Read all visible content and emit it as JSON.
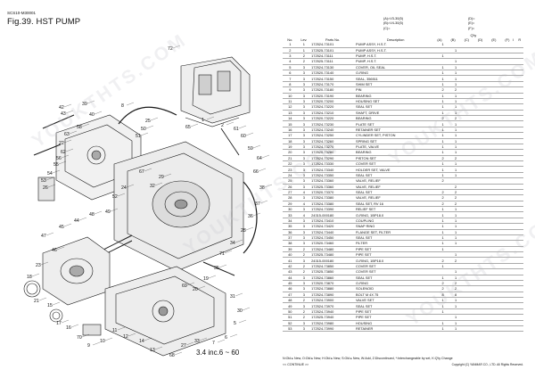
{
  "header": {
    "model": "SCS10-M30001",
    "title": "Fig.39.  HST PUMP"
  },
  "legend_top": {
    "a": "(A)=V3-30(5)",
    "b": "(B)=V4-30(5)",
    "c": "(C)=",
    "d": "(D)=",
    "e": "(E)=",
    "f": "(F)="
  },
  "columns": {
    "no": "No.",
    "lev": "Lev.",
    "parts_no": "Parts No.",
    "description": "Description",
    "qty": "Q'ty",
    "a": "(A)",
    "b": "(B)",
    "c": "(C)",
    "d": "(D)",
    "e": "(E)",
    "f": "(F)",
    "i": "I",
    "r": "R"
  },
  "rows": [
    {
      "no": "1",
      "lev": "1",
      "parts": "172524-73101",
      "desc": "PUMP ASSY, H.S.T.",
      "a": "1",
      "b": ""
    },
    {
      "no": "2",
      "lev": "1",
      "parts": "172525-73101",
      "desc": "PUMP ASSY, H.S.T.",
      "a": "",
      "b": "1"
    },
    {
      "no": "3",
      "lev": "2",
      "parts": "172524-73111",
      "desc": "PUMP, H.S.T.",
      "a": "1",
      "b": ""
    },
    {
      "no": "4",
      "lev": "2",
      "parts": "172525-73111",
      "desc": "PUMP, H.S.T.",
      "a": "",
      "b": "1"
    },
    {
      "no": "5",
      "lev": "3",
      "parts": "172524-73130",
      "desc": "COVER, OIL SEAL",
      "a": "1",
      "b": "1"
    },
    {
      "no": "6",
      "lev": "3",
      "parts": "172520-73140",
      "desc": "O-RING",
      "a": "1",
      "b": "1"
    },
    {
      "no": "7",
      "lev": "3",
      "parts": "172524-73150",
      "desc": "SEAL, 356511",
      "a": "1",
      "b": "1"
    },
    {
      "no": "8",
      "lev": "3",
      "parts": "172524-73170",
      "desc": "SHIM SET",
      "a": "1",
      "b": "1"
    },
    {
      "no": "9",
      "lev": "3",
      "parts": "172520-73180",
      "desc": "PIN",
      "a": "2",
      "b": "2"
    },
    {
      "no": "10",
      "lev": "3",
      "parts": "172520-73190",
      "desc": "BEARING",
      "a": "1",
      "b": "1"
    },
    {
      "no": "11",
      "lev": "3",
      "parts": "172520-73200",
      "desc": "HOUSING SET",
      "a": "1",
      "b": "1"
    },
    {
      "no": "12",
      "lev": "3",
      "parts": "172524-73220",
      "desc": "SEAL SET",
      "a": "1",
      "b": "1"
    },
    {
      "no": "13",
      "lev": "3",
      "parts": "172524-73210",
      "desc": "SHAFT, DRIVE",
      "a": "1",
      "b": "1"
    },
    {
      "no": "14",
      "lev": "3",
      "parts": "172520-73220",
      "desc": "BEARING",
      "a": "2",
      "b": "2"
    },
    {
      "no": "15",
      "lev": "3",
      "parts": "172524-73230",
      "desc": "PLATE SET",
      "a": "1",
      "b": "1"
    },
    {
      "no": "16",
      "lev": "3",
      "parts": "172524-73240",
      "desc": "RETAINER SET",
      "a": "1",
      "b": "1"
    },
    {
      "no": "17",
      "lev": "3",
      "parts": "172524-73250",
      "desc": "CYLINDER SET, PISTON",
      "a": "1",
      "b": "1"
    },
    {
      "no": "18",
      "lev": "3",
      "parts": "172524-73260",
      "desc": "SPRING SET",
      "a": "1",
      "b": "1"
    },
    {
      "no": "19",
      "lev": "3",
      "parts": "172524-73270",
      "desc": "PLATE, VALVE",
      "a": "1",
      "b": "1"
    },
    {
      "no": "20",
      "lev": "3",
      "parts": "172520-73280",
      "desc": "BEARING",
      "a": "1",
      "b": "1"
    },
    {
      "no": "21",
      "lev": "3",
      "parts": "172524-73290",
      "desc": "PISTON SET",
      "a": "2",
      "b": "2"
    },
    {
      "no": "22",
      "lev": "3",
      "parts": "172524-73330",
      "desc": "COVER SET",
      "a": "1",
      "b": "1"
    },
    {
      "no": "23",
      "lev": "3",
      "parts": "172524-73340",
      "desc": "HOLDER SET, VALVE",
      "a": "1",
      "b": "1"
    },
    {
      "no": "24",
      "lev": "3",
      "parts": "172524-73350",
      "desc": "SEAL SET",
      "a": "1",
      "b": "1"
    },
    {
      "no": "25",
      "lev": "3",
      "parts": "172524-73360",
      "desc": "VALVE, RELIEF",
      "a": "2",
      "b": ""
    },
    {
      "no": "26",
      "lev": "3",
      "parts": "172525-73360",
      "desc": "VALVE, RELIEF",
      "a": "",
      "b": "2"
    },
    {
      "no": "27",
      "lev": "4",
      "parts": "172520-73370",
      "desc": "SEAL SET",
      "a": "2",
      "b": "2"
    },
    {
      "no": "28",
      "lev": "3",
      "parts": "172524-73380",
      "desc": "VALVE, RELIEF",
      "a": "2",
      "b": "2"
    },
    {
      "no": "29",
      "lev": "4",
      "parts": "172524-73380",
      "desc": "SEAL SET, RV 16",
      "a": "2",
      "b": "2"
    },
    {
      "no": "30",
      "lev": "3",
      "parts": "172524-73390",
      "desc": "RELIEF SET",
      "a": "1",
      "b": "1"
    },
    {
      "no": "33",
      "lev": "4",
      "parts": "24315-000180",
      "desc": "O-RING, 1BP18.0",
      "a": "1",
      "b": "1"
    },
    {
      "no": "34",
      "lev": "3",
      "parts": "172524-73410",
      "desc": "COUPLING",
      "a": "1",
      "b": "1"
    },
    {
      "no": "35",
      "lev": "3",
      "parts": "172524-73420",
      "desc": "SNAP RING",
      "a": "1",
      "b": "1"
    },
    {
      "no": "36",
      "lev": "3",
      "parts": "172524-73440",
      "desc": "FLANGE SET, FILTER",
      "a": "1",
      "b": "1"
    },
    {
      "no": "37",
      "lev": "3",
      "parts": "172524-73450",
      "desc": "SEAL SET",
      "a": "1",
      "b": "1"
    },
    {
      "no": "38",
      "lev": "3",
      "parts": "172520-73460",
      "desc": "FILTER",
      "a": "1",
      "b": "1"
    },
    {
      "no": "39",
      "lev": "2",
      "parts": "172524-73480",
      "desc": "PIPE SET",
      "a": "1",
      "b": ""
    },
    {
      "no": "40",
      "lev": "2",
      "parts": "172525-73480",
      "desc": "PIPE SET",
      "a": "",
      "b": "1"
    },
    {
      "no": "41",
      "lev": "3",
      "parts": "24315-000180",
      "desc": "O-RING, 1BP18.0",
      "a": "2",
      "b": "2"
    },
    {
      "no": "42",
      "lev": "2",
      "parts": "172524-73850",
      "desc": "COVER SET",
      "a": "1",
      "b": ""
    },
    {
      "no": "43",
      "lev": "2",
      "parts": "172525-73850",
      "desc": "COVER SET",
      "a": "",
      "b": "1"
    },
    {
      "no": "44",
      "lev": "3",
      "parts": "172524-73860",
      "desc": "SEAL SET",
      "a": "1",
      "b": "1"
    },
    {
      "no": "45",
      "lev": "3",
      "parts": "172520-73870",
      "desc": "O-RING",
      "a": "2",
      "b": "2"
    },
    {
      "no": "46",
      "lev": "3",
      "parts": "172524-73880",
      "desc": "SOLENOID",
      "a": "2",
      "b": "2"
    },
    {
      "no": "47",
      "lev": "3",
      "parts": "172524-73890",
      "desc": "BOLT M 4X 75",
      "a": "8",
      "b": "8"
    },
    {
      "no": "48",
      "lev": "2",
      "parts": "172524-73900",
      "desc": "VALVE SET",
      "a": "1",
      "b": "1"
    },
    {
      "no": "49",
      "lev": "3",
      "parts": "172524-73970",
      "desc": "SEAL SET",
      "a": "1",
      "b": "1"
    },
    {
      "no": "50",
      "lev": "2",
      "parts": "172524-73940",
      "desc": "PIPE SET",
      "a": "1",
      "b": ""
    },
    {
      "no": "51",
      "lev": "2",
      "parts": "172525-73940",
      "desc": "PIPE SET",
      "a": "",
      "b": "1"
    },
    {
      "no": "52",
      "lev": "3",
      "parts": "172524-73980",
      "desc": "HOUSING",
      "a": "1",
      "b": "1"
    },
    {
      "no": "53",
      "lev": "3",
      "parts": "172524-73990",
      "desc": "RETAINER",
      "a": "1",
      "b": "1"
    }
  ],
  "diagram": {
    "note": "3.4 inc.6 ~ 60",
    "callouts": [
      "72",
      "42",
      "43",
      "39",
      "40",
      "8",
      "58",
      "63",
      "22",
      "62",
      "56",
      "55",
      "54",
      "53",
      "26",
      "25",
      "50",
      "51",
      "65",
      "1",
      "2",
      "61",
      "60",
      "59",
      "64",
      "66",
      "38",
      "37",
      "36",
      "28",
      "34",
      "71",
      "35",
      "19",
      "20",
      "69",
      "31",
      "30",
      "5",
      "6",
      "7",
      "33",
      "27",
      "68",
      "13",
      "14",
      "12",
      "11",
      "10",
      "9",
      "70",
      "16",
      "17",
      "15",
      "21",
      "18",
      "23",
      "46",
      "47",
      "45",
      "44",
      "48",
      "49",
      "52",
      "24",
      "32",
      "29",
      "67"
    ]
  },
  "footer": {
    "legend": "N:Old ▸ New, O:Old ▸ New, H:Old ▸ New, S:Old ▸ New, W:Add, Z:Discontinued, *:Interchangeable by set, K:Q'ty Change",
    "continue": "<< CONTINUE >>",
    "copyright": "Copyright (C)  YANMAR CO., LTD. All Rights Reserved."
  },
  "watermark": "YOUKTHTS.COM",
  "colors": {
    "line": "#1a1a1a",
    "rule": "#aaaaaa",
    "watermark": "#c8c8d2"
  }
}
